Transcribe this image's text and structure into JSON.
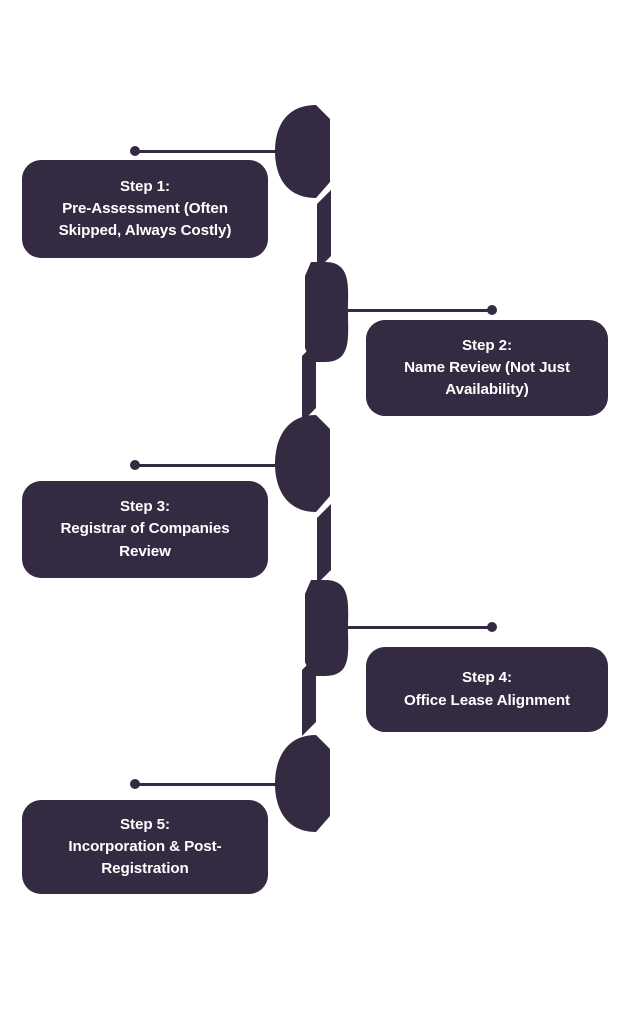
{
  "document": {
    "kind": "vertical-process-timeline-infographic",
    "background_color": "#ffffff",
    "accent_color": "#342a42",
    "text_color": "#ffffff",
    "step_count": 5
  },
  "steps": [
    {
      "id": "step-1",
      "side": "left",
      "number_label": "Step 1:",
      "title": "Pre-Assessment (Often\nSkipped, Always Costly)",
      "full_text": "Step 1:\nPre-Assessment (Often\nSkipped, Always Costly)",
      "node_bulge": "left"
    },
    {
      "id": "step-2",
      "side": "right",
      "number_label": "Step 2:",
      "title": "Name Review (Not Just\nAvailability)",
      "full_text": "Step 2:\nName Review (Not Just\nAvailability)",
      "node_bulge": "right"
    },
    {
      "id": "step-3",
      "side": "left",
      "number_label": "Step 3:",
      "title": "Registrar of Companies\nReview",
      "full_text": "Step 3:\nRegistrar of Companies\nReview",
      "node_bulge": "left"
    },
    {
      "id": "step-4",
      "side": "right",
      "number_label": "Step 4:",
      "title": "Office Lease Alignment",
      "full_text": "Step 4:\nOffice Lease Alignment",
      "node_bulge": "right"
    },
    {
      "id": "step-5",
      "side": "left",
      "number_label": "Step 5:",
      "title": "Incorporation & Post-\nRegistration",
      "full_text": "Step 5:\nIncorporation & Post-\nRegistration",
      "node_bulge": "left"
    }
  ]
}
